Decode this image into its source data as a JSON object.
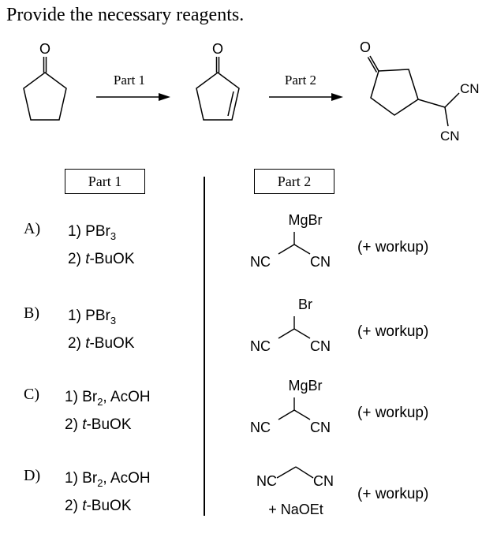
{
  "title": "Provide the necessary reagents.",
  "scheme": {
    "oxygen": "O",
    "cn": "CN",
    "arrow1_label": "Part 1",
    "arrow2_label": "Part 2"
  },
  "headers": {
    "part1": "Part 1",
    "part2": "Part 2"
  },
  "options": [
    {
      "letter": "A)",
      "step1": "1) PBr",
      "step1_sub": "3",
      "step1_tail": "",
      "step2_pre": "2) ",
      "step2_it": "t",
      "step2_post": "-BuOK",
      "reagent_type": "nucleophile",
      "reagent_top": "MgBr",
      "reagent_left": "NC",
      "reagent_right": "CN",
      "workup": "(+ workup)"
    },
    {
      "letter": "B)",
      "step1": "1) PBr",
      "step1_sub": "3",
      "step1_tail": "",
      "step2_pre": "2) ",
      "step2_it": "t",
      "step2_post": "-BuOK",
      "reagent_type": "nucleophile",
      "reagent_top": "Br",
      "reagent_left": "NC",
      "reagent_right": "CN",
      "workup": "(+ workup)"
    },
    {
      "letter": "C)",
      "step1": "1) Br",
      "step1_sub": "2",
      "step1_tail": ", AcOH",
      "step2_pre": "2) ",
      "step2_it": "t",
      "step2_post": "-BuOK",
      "reagent_type": "nucleophile",
      "reagent_top": "MgBr",
      "reagent_left": "NC",
      "reagent_right": "CN",
      "workup": "(+ workup)"
    },
    {
      "letter": "D)",
      "step1": "1) Br",
      "step1_sub": "2",
      "step1_tail": ", AcOH",
      "step2_pre": "2) ",
      "step2_it": "t",
      "step2_post": "-BuOK",
      "reagent_type": "malononitrile",
      "reagent_left": "NC",
      "reagent_right": "CN",
      "reagent_extra": "+ NaOEt",
      "workup": "(+ workup)"
    }
  ]
}
